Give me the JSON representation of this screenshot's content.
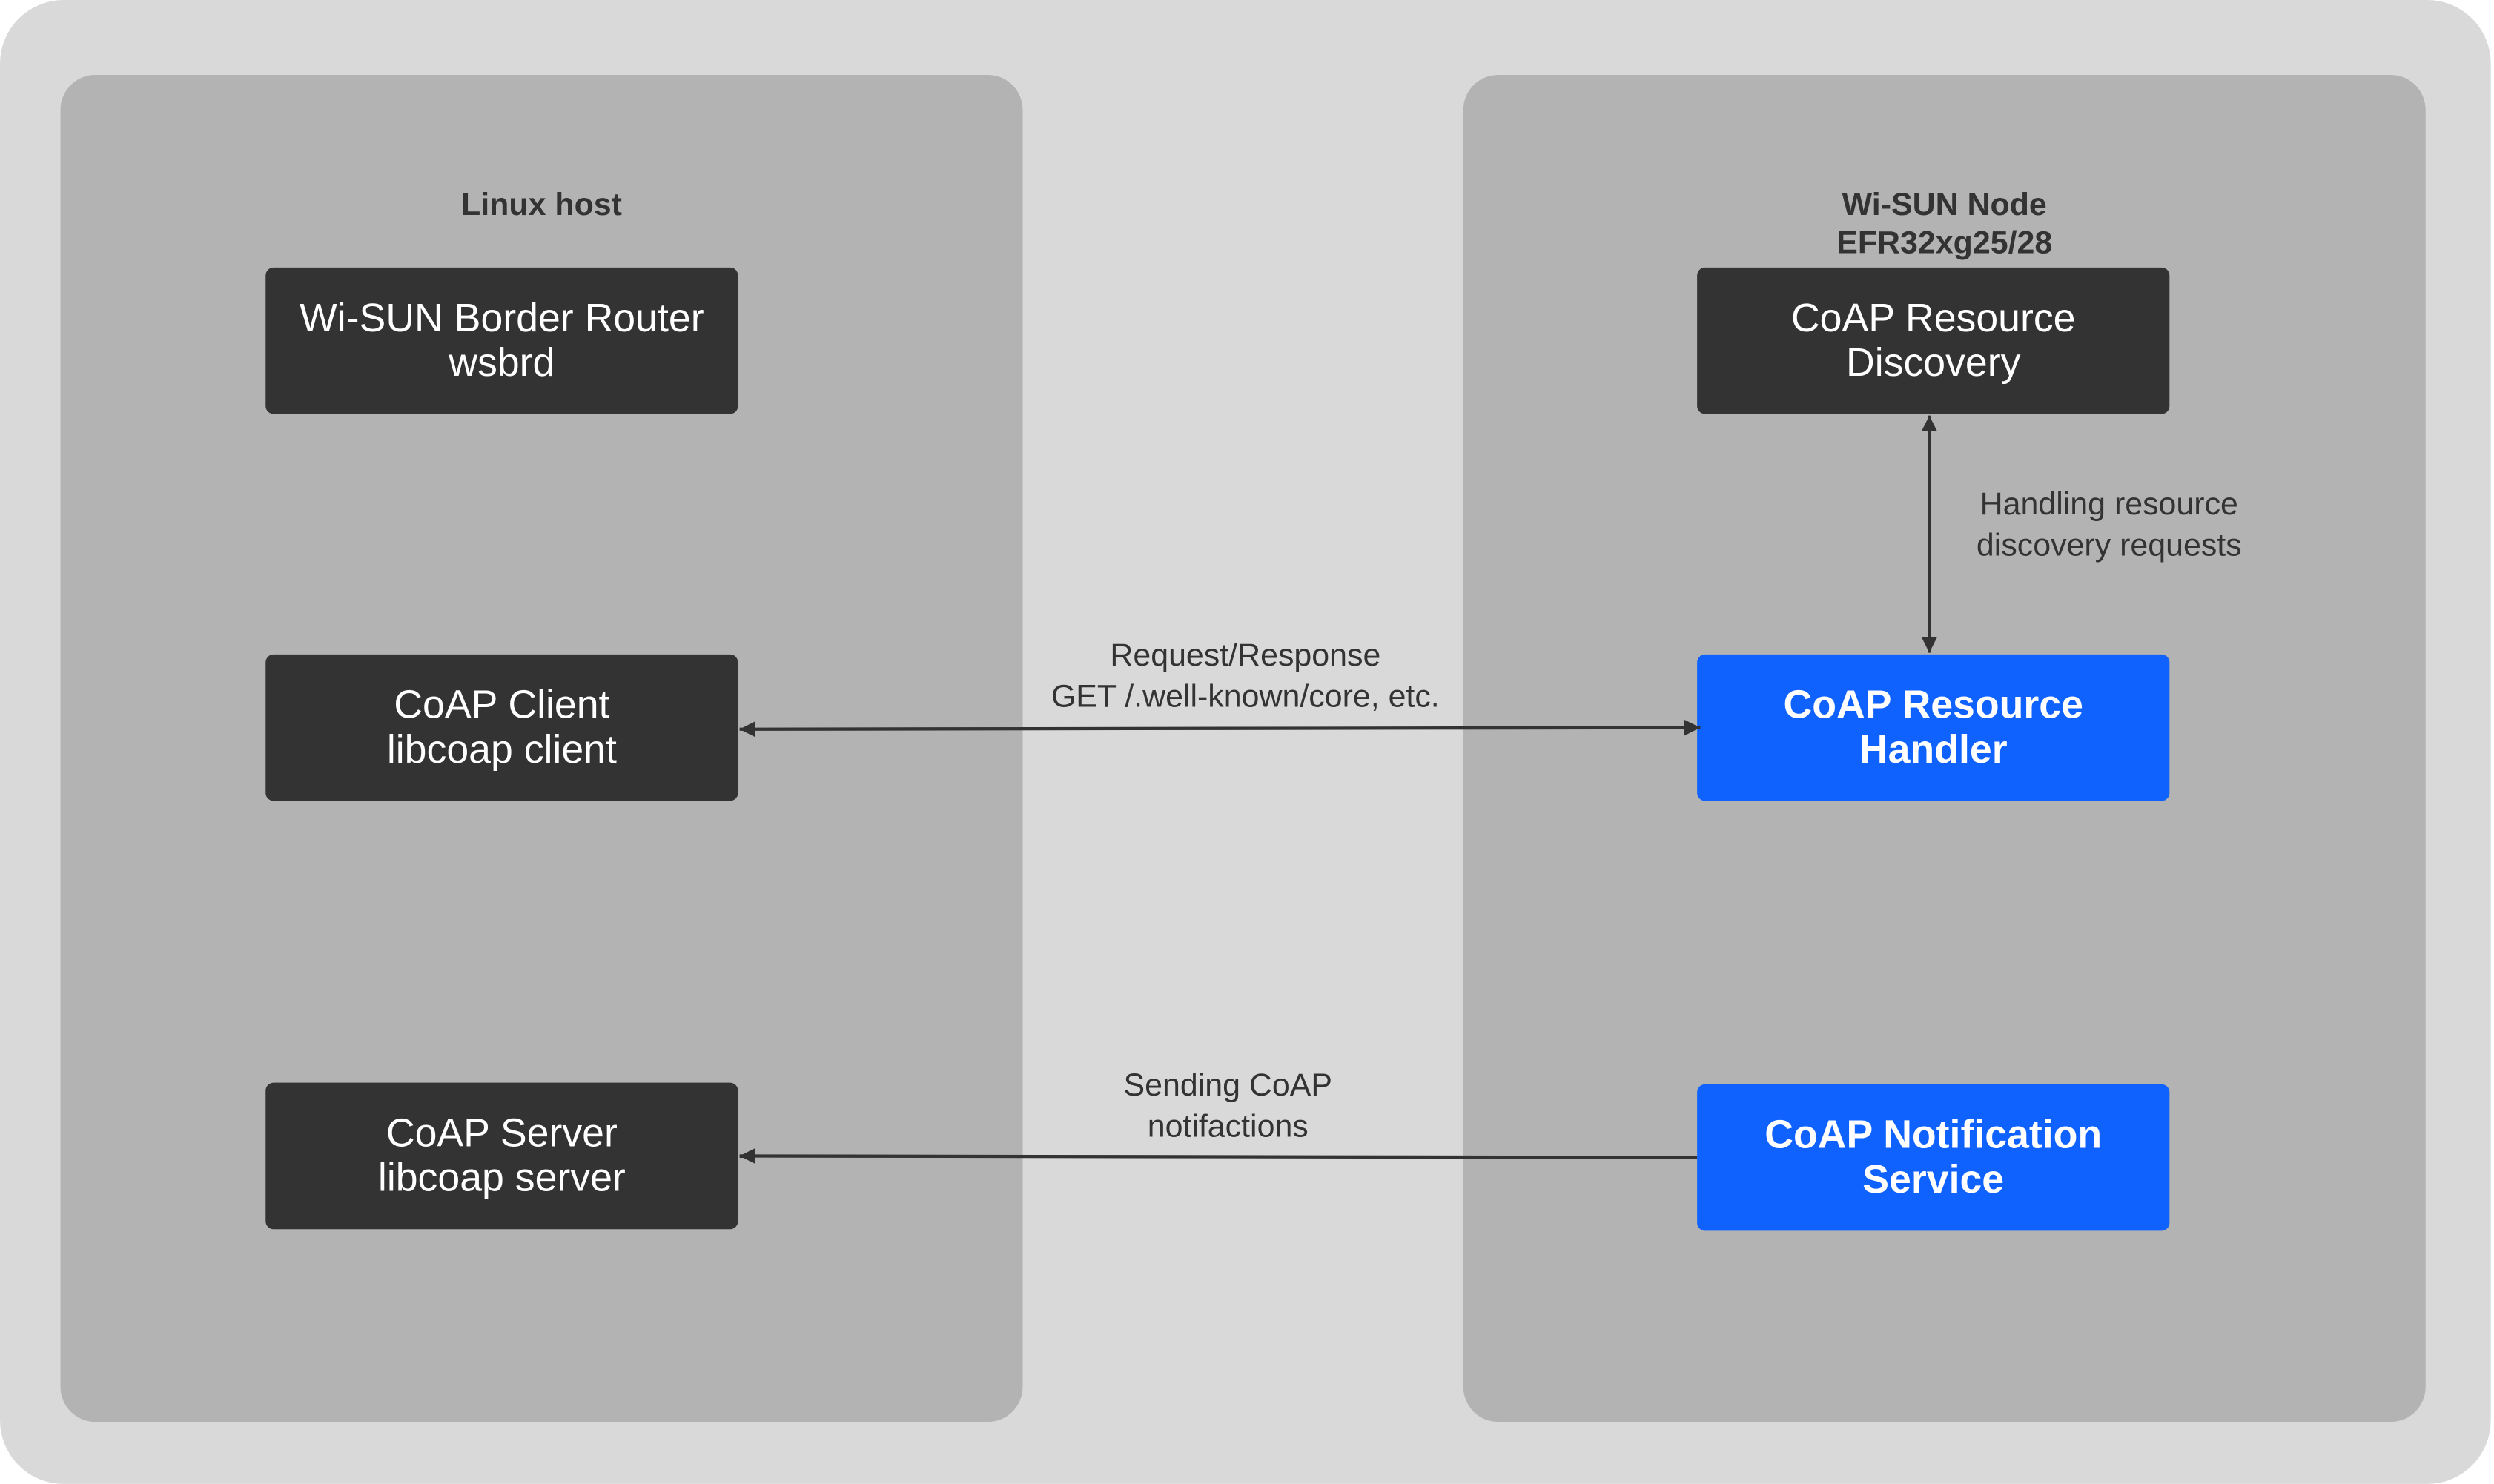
{
  "colors": {
    "background": "#d9d9d9",
    "panel": "#b3b3b3",
    "dark_box": "#333333",
    "accent_box": "#0f62fe",
    "arrow": "#333333"
  },
  "panels": {
    "left": {
      "title": "Linux host"
    },
    "right": {
      "title": "Wi-SUN Node\nEFR32xg25/28"
    }
  },
  "nodes": {
    "border_router": "Wi-SUN Border Router\nwsbrd",
    "coap_client": "CoAP Client\nlibcoap client",
    "coap_server": "CoAP Server\nlibcoap server",
    "resource_discovery": "CoAP Resource\nDiscovery",
    "resource_handler": "CoAP Resource\nHandler",
    "notification_service": "CoAP Notification\nService"
  },
  "edges": {
    "discovery_handler": {
      "label": "Handling resource\ndiscovery requests",
      "direction": "bidirectional"
    },
    "client_handler": {
      "label": "Request/Response\nGET /.well-known/core, etc.",
      "direction": "bidirectional"
    },
    "notification_server": {
      "label": "Sending CoAP\nnotifactions",
      "direction": "to-server"
    }
  }
}
